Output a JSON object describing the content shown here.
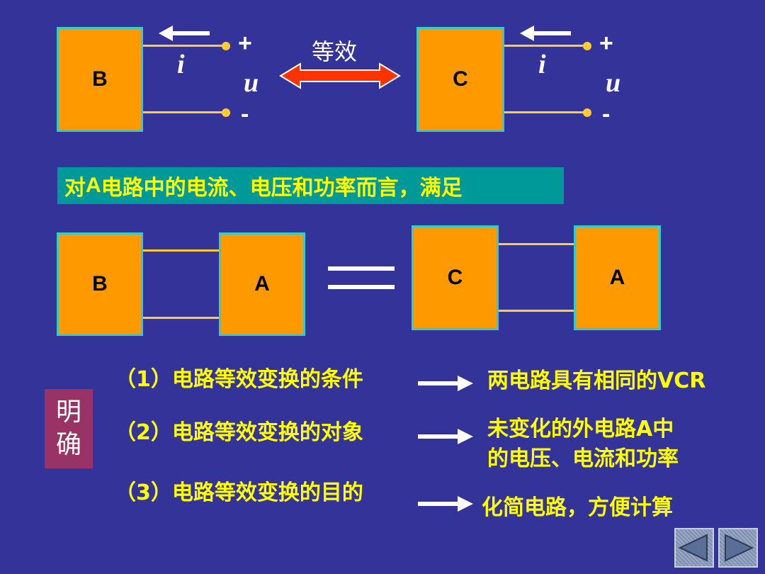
{
  "top": {
    "left_box": "B",
    "right_box": "C",
    "current": "i",
    "voltage": "u",
    "plus": "+",
    "minus": "-",
    "equiv_label": "等效"
  },
  "banner": {
    "prefix": "对",
    "letter": "A",
    "rest": "电路中的电流、电压和功率而言，满足"
  },
  "middle": {
    "b": "B",
    "a1": "A",
    "c": "C",
    "a2": "A"
  },
  "sidebar_label": [
    "明",
    "确"
  ],
  "items": [
    {
      "left": "（1）电路等效变换的条件",
      "right": [
        "两电路具有相同的VCR"
      ]
    },
    {
      "left": "（2）电路等效变换的对象",
      "right": [
        "未变化的外电路A中",
        "的电压、电流和功率"
      ]
    },
    {
      "left": "（3）电路等效变换的目的",
      "right": [
        "化简电路，方便计算"
      ]
    }
  ],
  "colors": {
    "background": "#333399",
    "box_fill": "#FF9900",
    "box_border": "#33CCCC",
    "wire": "#FFCC33",
    "banner": "#009999",
    "highlight_text": "#FFFF00",
    "label_bg": "#993366",
    "double_arrow": "#FF3300"
  },
  "nav": {
    "prev_icon": "triangle-left-icon",
    "next_icon": "triangle-right-icon"
  }
}
